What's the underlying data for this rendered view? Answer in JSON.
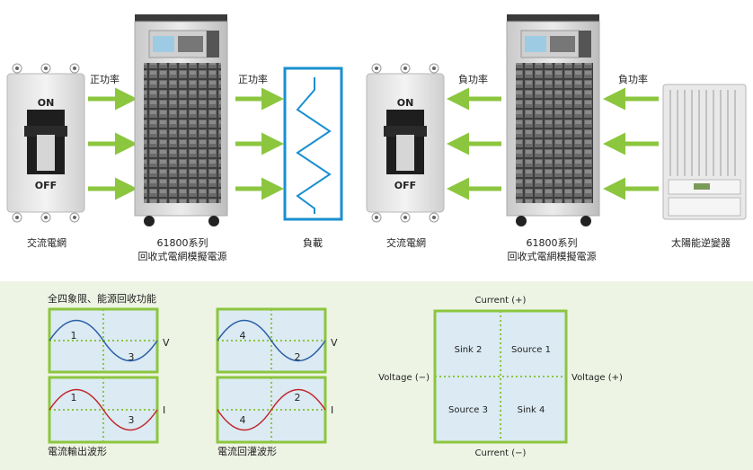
{
  "top": {
    "switch_left": {
      "on": "ON",
      "off": "OFF",
      "caption": "交流電網"
    },
    "arrow_label_1": "正功率",
    "unit_left": {
      "caption_line1": "61800系列",
      "caption_line2": "回收式電網模擬電源"
    },
    "arrow_label_2": "正功率",
    "load": {
      "caption": "負載"
    },
    "switch_right": {
      "on": "ON",
      "off": "OFF",
      "caption": "交流電網"
    },
    "arrow_label_3": "負功率",
    "unit_right": {
      "caption_line1": "61800系列",
      "caption_line2": "回收式電網模擬電源"
    },
    "arrow_label_4": "負功率",
    "inverter": {
      "caption": "太陽能逆變器"
    }
  },
  "bottom": {
    "four_quadrant_title": "全四象限、能源回收功能",
    "panel_output": {
      "caption": "電流輸出波形",
      "v_label": "V",
      "i_label": "I",
      "v_q_left": "1",
      "v_q_right": "3",
      "i_q_left": "1",
      "i_q_right": "3"
    },
    "panel_regen": {
      "caption": "電流回灌波形",
      "v_label": "V",
      "i_label": "I",
      "v_q_left": "4",
      "v_q_right": "2",
      "i_q_left": "4",
      "i_q_right": "2"
    },
    "quadrant": {
      "current_plus": "Current (+)",
      "current_minus": "Current (−)",
      "voltage_minus": "Voltage (−)",
      "voltage_plus": "Voltage (+)",
      "q_top_left": "Sink 2",
      "q_top_right": "Source 1",
      "q_bottom_left": "Source 3",
      "q_bottom_right": "Sink 4"
    }
  },
  "colors": {
    "arrow_green": "#8cc63f",
    "load_blue": "#1a8fd0",
    "panel_fill": "#dbeaf3",
    "panel_border": "#8cc63f",
    "section_bg": "#eef4e4",
    "voltage_wave": "#2b5fa8",
    "current_wave": "#c0282d"
  }
}
